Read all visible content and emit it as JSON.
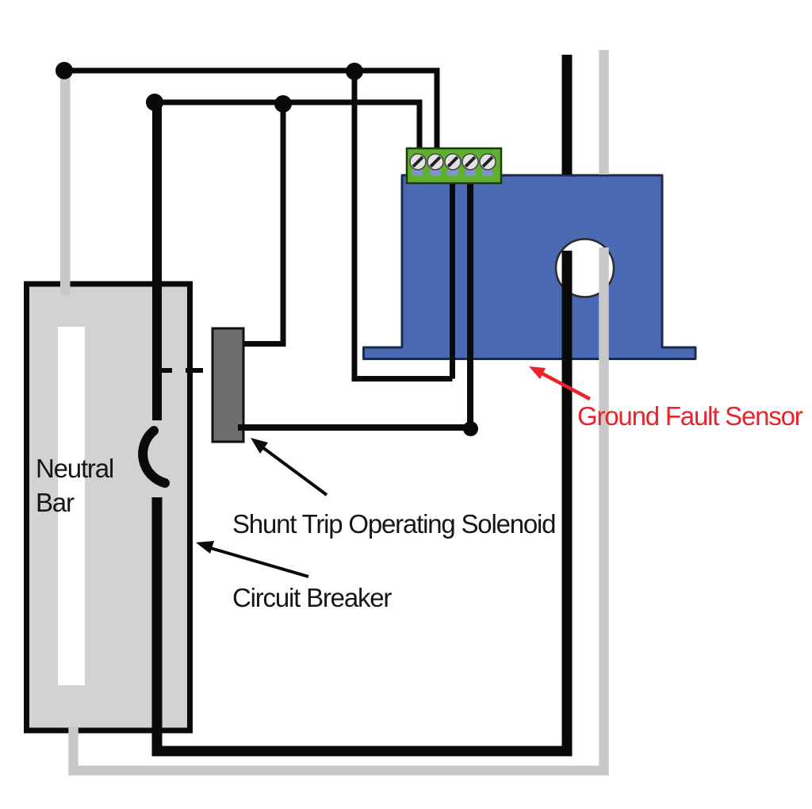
{
  "diagram": {
    "type": "electrical-wiring-diagram",
    "labels": {
      "neutral_bar_line1": "Neutral",
      "neutral_bar_line2": "Bar",
      "shunt_trip": "Shunt Trip Operating Solenoid",
      "circuit_breaker": "Circuit Breaker",
      "ground_fault_sensor": "Ground Fault Sensor"
    },
    "colors": {
      "wire_black": "#0a0a0a",
      "wire_gray": "#c8c8c8",
      "breaker_box_fill": "#d2d2d2",
      "neutral_slot_white": "#ffffff",
      "solenoid_gray": "#6e6e6e",
      "sensor_blue": "#4a6ab4",
      "sensor_outline": "#1d2b4a",
      "terminal_green": "#5fb02f",
      "terminal_outline": "#1e3a11",
      "screw_metal": "#e2e2e2",
      "screw_pad_blue": "#8194cf",
      "label_red": "#e8232b",
      "label_black": "#161616"
    },
    "components": [
      {
        "name": "ground-fault-sensor",
        "shape": "blue box with mounting flange, center hole and 5-screw green terminal block"
      },
      {
        "name": "shunt-trip-operating-solenoid",
        "shape": "dark gray rectangle with two terminal wires"
      },
      {
        "name": "circuit-breaker",
        "shape": "gray enclosure with open switch arc on heavy conductor"
      },
      {
        "name": "neutral-bar",
        "shape": "white vertical bar inside breaker enclosure"
      },
      {
        "name": "terminal-screws",
        "count": 5
      }
    ]
  }
}
